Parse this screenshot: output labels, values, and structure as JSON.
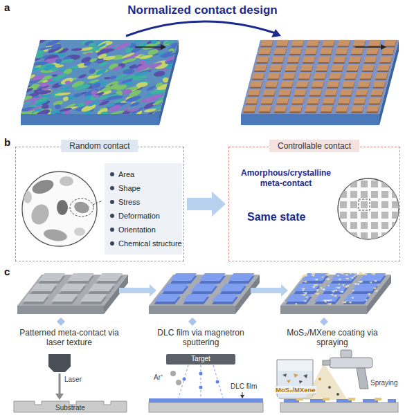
{
  "diagram": {
    "title": "Normalized contact design",
    "nodes": [
      {
        "text": [
          "Random contact"
        ]
      },
      {
        "text": [
          "Area",
          "Shape",
          "Stress",
          "Deformation",
          "Orientation",
          "Chemical structure"
        ],
        "in": 0
      },
      {
        "text": [
          "Controllable contact",
          "Amorphous/crystalline meta-contact",
          "Same state"
        ]
      }
    ],
    "edges": [
      {
        "from": 0,
        "to": 2,
        "arrow": "to"
      }
    ],
    "labels": [
      "a",
      "b",
      "c",
      "Patterned meta-contact via laser texture",
      "DLC film via magnetron sputtering",
      "MoS₂/MXene coating via spraying",
      "Laser",
      "Substrate",
      "Target",
      "Ar⁺",
      "DLC film",
      "MoS₂/MXene",
      "Spraying"
    ]
  }
}
